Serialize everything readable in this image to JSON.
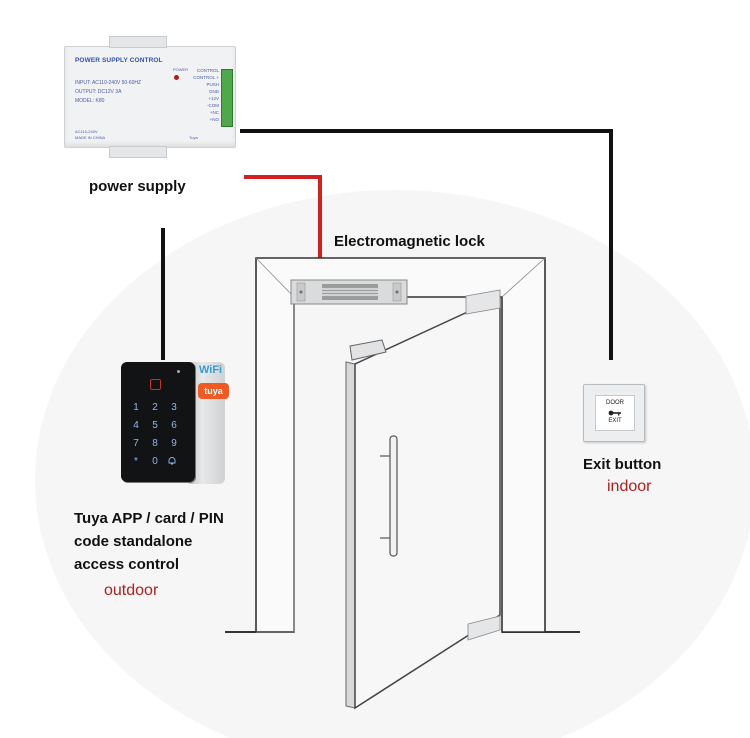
{
  "labels": {
    "power_supply": "power supply",
    "electromagnetic_lock": "Electromagnetic lock",
    "exit_button": "Exit button",
    "indoor": "indoor",
    "keypad_line1": "Tuya APP / card / PIN",
    "keypad_line2": "code standalone",
    "keypad_line3": "access control",
    "outdoor": "outdoor"
  },
  "psu": {
    "title": "POWER SUPPLY CONTROL",
    "input": "INPUT: AC110-240V 50-60HZ",
    "output": "OUTPUT: DC12V  3A",
    "model": "MODEL: K80",
    "terminals": [
      "CONTROL",
      "CONTROL +",
      "PUSH",
      "GND",
      "+12V",
      "-COM",
      "+NC",
      "+NO"
    ],
    "power_label": "POWER",
    "footer1": "AC110-240V",
    "footer2": "MADE IN CHINA",
    "brand": "Tuya"
  },
  "keypad": {
    "keys": [
      "1",
      "2",
      "3",
      "4",
      "5",
      "6",
      "7",
      "8",
      "9",
      "*",
      "0",
      " "
    ],
    "wifi_badge": "WiFi",
    "tuya_badge": "tuya"
  },
  "exit_btn": {
    "line1": "DOOR",
    "line2": "EXIT",
    "key_icon": "key-icon"
  },
  "colors": {
    "signal_wire": "#d21f1f",
    "power_wire": "#111111",
    "accent_red_text": "#b0201d"
  }
}
